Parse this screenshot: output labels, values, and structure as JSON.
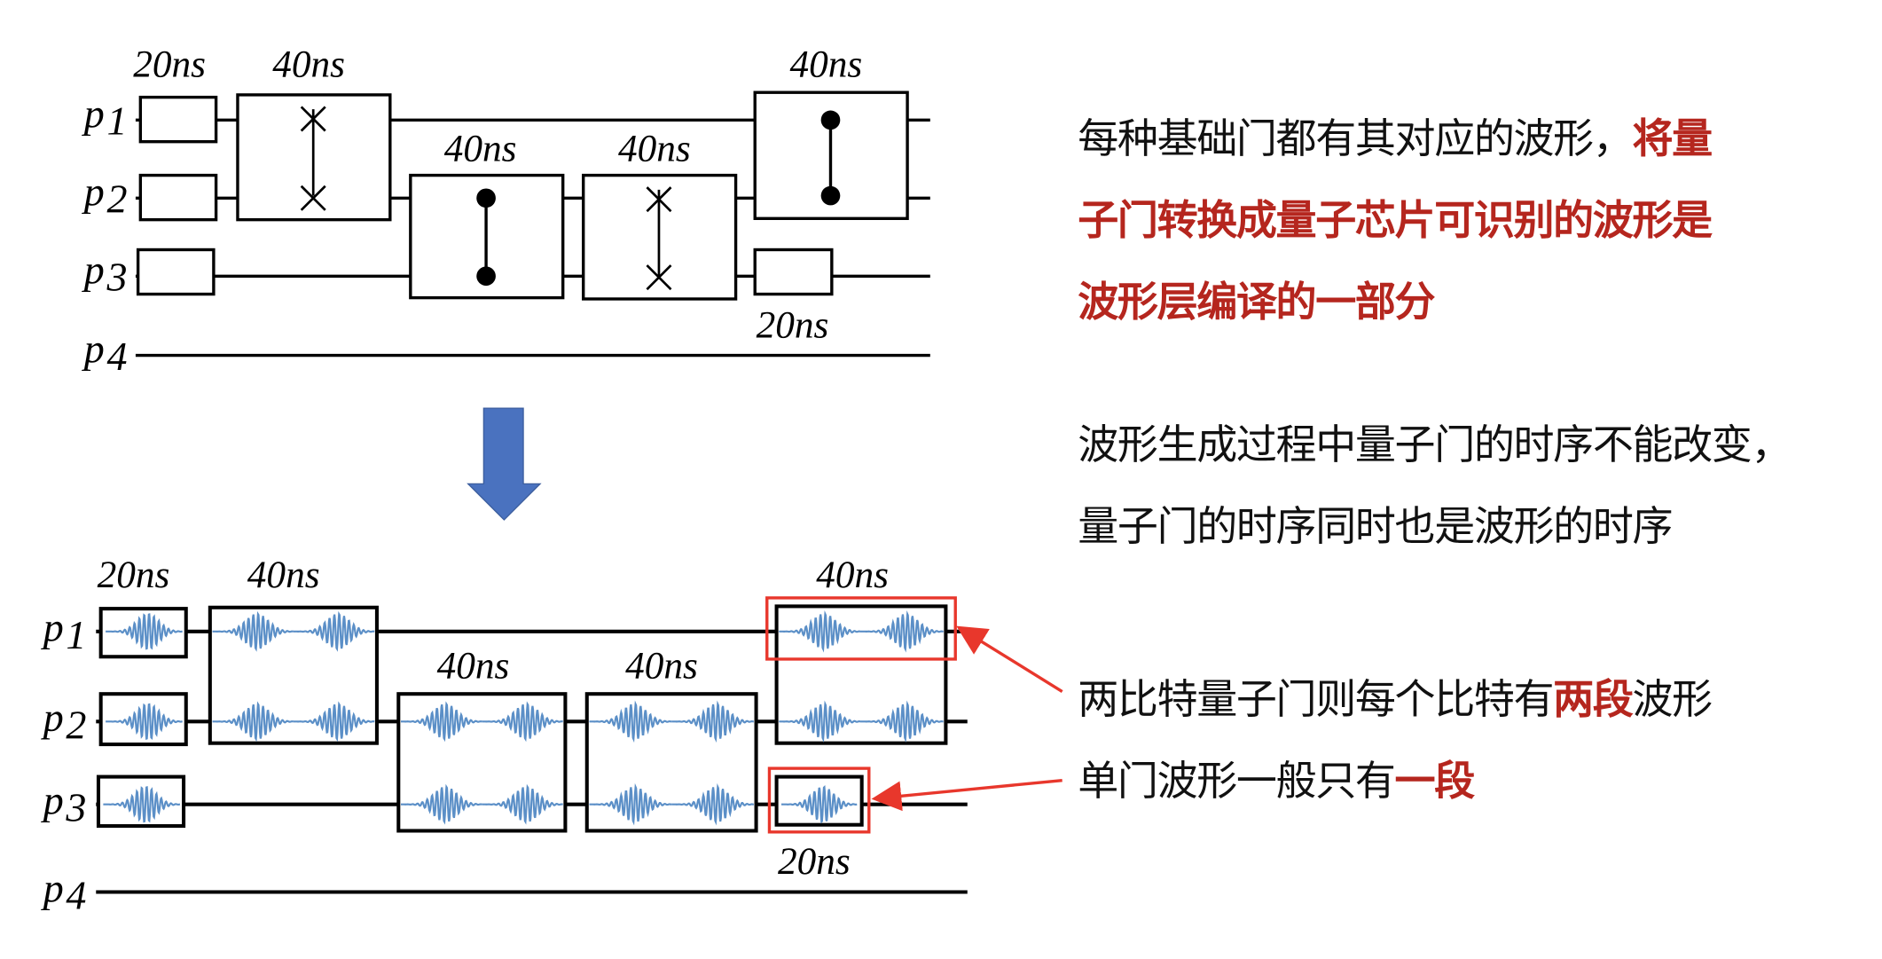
{
  "colors": {
    "wire": "#000000",
    "waveform": "#5b8fc7",
    "arrow_blue": "#4a72bf",
    "highlight_red": "#e8372c",
    "text_red": "#b5261e"
  },
  "top_circuit": {
    "qubits": [
      {
        "base": "p",
        "sub": "1"
      },
      {
        "base": "p",
        "sub": "2"
      },
      {
        "base": "p",
        "sub": "3"
      },
      {
        "base": "p",
        "sub": "4"
      }
    ],
    "gates": [
      {
        "id": "g1",
        "type": "single",
        "qubits": [
          1
        ],
        "duration": "20ns"
      },
      {
        "id": "g2",
        "type": "single",
        "qubits": [
          2
        ]
      },
      {
        "id": "g3",
        "type": "single",
        "qubits": [
          3
        ]
      },
      {
        "id": "g4",
        "type": "swap",
        "qubits": [
          1,
          2
        ],
        "duration": "40ns"
      },
      {
        "id": "g5",
        "type": "cz",
        "qubits": [
          2,
          3
        ],
        "duration": "40ns"
      },
      {
        "id": "g6",
        "type": "swap",
        "qubits": [
          2,
          3
        ],
        "duration": "40ns"
      },
      {
        "id": "g7",
        "type": "cz",
        "qubits": [
          1,
          2
        ],
        "duration": "40ns"
      },
      {
        "id": "g8",
        "type": "single",
        "qubits": [
          3
        ],
        "duration": "20ns"
      }
    ],
    "labels": {
      "l20a": "20ns",
      "l40a": "40ns",
      "l40b": "40ns",
      "l40c": "40ns",
      "l40d": "40ns",
      "l20b": "20ns"
    }
  },
  "transform_arrow": {
    "icon": "down-arrow-icon"
  },
  "bottom_circuit": {
    "qubits": [
      {
        "base": "p",
        "sub": "1"
      },
      {
        "base": "p",
        "sub": "2"
      },
      {
        "base": "p",
        "sub": "3"
      },
      {
        "base": "p",
        "sub": "4"
      }
    ],
    "labels": {
      "l20a": "20ns",
      "l40a": "40ns",
      "l40b": "40ns",
      "l40c": "40ns",
      "l40d": "40ns",
      "l20b": "20ns"
    },
    "pulses_per_gate": {
      "single": 1,
      "two_qubit_per_qubit": 2
    }
  },
  "notes": {
    "note1": {
      "line1_plain": "每种基础门都有其对应的波形，",
      "line1_hl": "将量",
      "line2_hl": "子门转换成量子芯片可识别的波形是",
      "line3_hl": "波形层编译的一部分"
    },
    "note2": {
      "line1": "波形生成过程中量子门的时序不能改变，",
      "line2": "量子门的时序同时也是波形的时序"
    },
    "note3": {
      "line1_a": "两比特量子门则每个比特有",
      "line1_hl": "两段",
      "line1_b": "波形",
      "line2_a": "单门波形一般只有",
      "line2_hl": "一段"
    }
  }
}
